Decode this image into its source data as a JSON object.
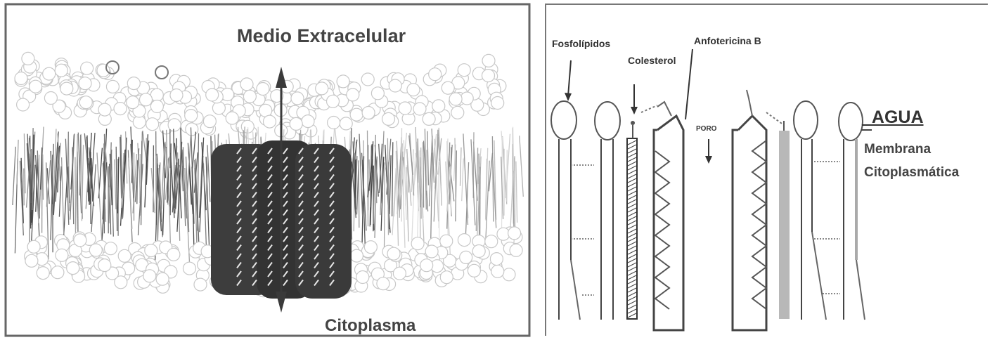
{
  "left_panel": {
    "top_label": "Medio Extracelular",
    "bottom_label": "Citoplasma"
  },
  "right_panel": {
    "labels": {
      "phospholipids": "Fosfolípidos",
      "cholesterol": "Colesterol",
      "amphotericin": "Anfotericina B",
      "pore": "PORO",
      "water": "_AGUA",
      "membrane_line1": "Membrana",
      "membrane_line2": "Citoplasmática"
    }
  },
  "colors": {
    "channel": "#3d3d3d",
    "frame": "#555555",
    "line": "#555555"
  }
}
